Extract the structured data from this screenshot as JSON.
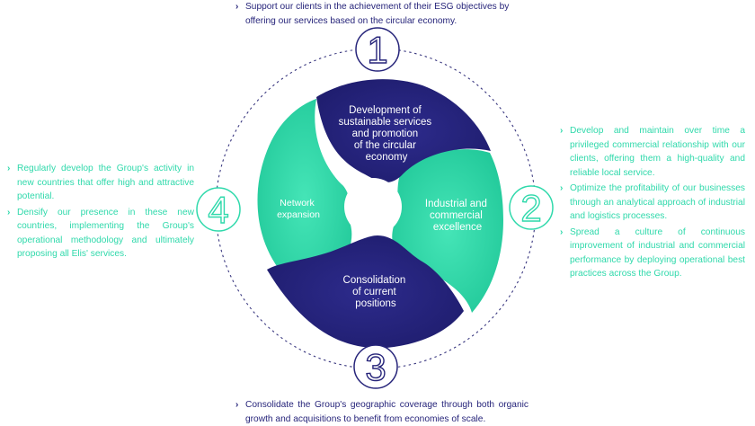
{
  "top": {
    "number": "1",
    "text": "Support our clients in the achievement of their ESG objectives by offering our services based on the circular economy."
  },
  "bottom": {
    "number": "3",
    "text": "Consolidate the Group's geographic coverage through both organic growth and acquisitions to benefit from economies of scale."
  },
  "left": {
    "number": "4",
    "bullets": [
      "Regularly develop the Group's activity in new countries that offer high and attractive potential.",
      "Densify our presence in these new countries, implementing the Group's operational methodology and ultimately proposing all Elis' services."
    ]
  },
  "right": {
    "number": "2",
    "bullets": [
      "Develop and maintain over time a privileged commercial relationship with our clients, offering them a high-quality and reliable local service.",
      "Optimize the profitability of our businesses through an analytical approach of industrial and logistics processes.",
      "Spread a culture of continuous improvement of industrial and commercial performance by deploying operational best practices across the Group."
    ]
  },
  "segments": {
    "top": [
      "Development of",
      "sustainable services",
      "and promotion",
      "of the circular",
      "economy"
    ],
    "right": [
      "Industrial and",
      "commercial",
      "excellence"
    ],
    "bottom": [
      "Consolidation",
      "of current",
      "positions"
    ],
    "left": [
      "Network",
      "expansion"
    ]
  },
  "colors": {
    "navy": "#26247a",
    "teal": "#2fd9ab",
    "ring": "#3a3880"
  },
  "icons": {
    "bullet": "chevron-right"
  }
}
